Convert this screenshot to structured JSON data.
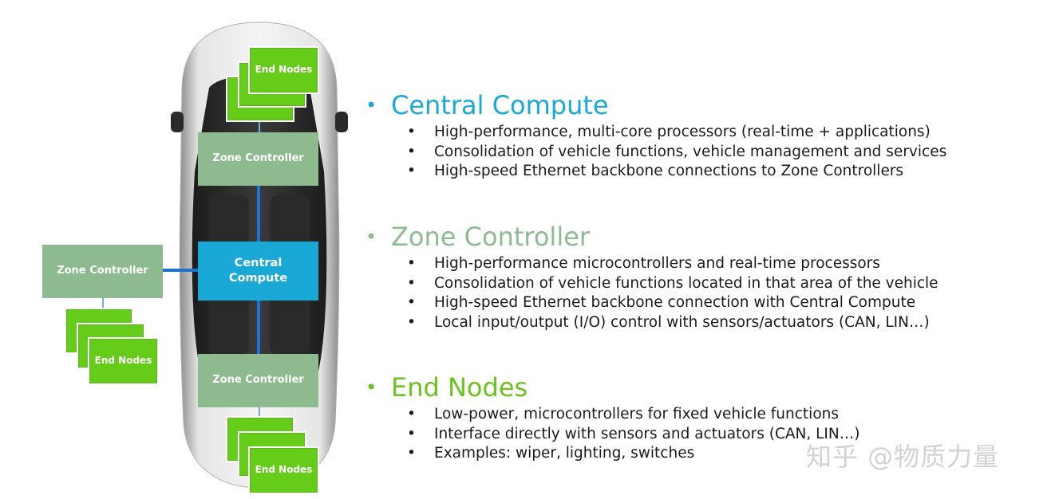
{
  "diagram": {
    "zone_top": "Zone Controller",
    "zone_bottom": "Zone Controller",
    "zone_left": "Zone Controller",
    "central": "Central Compute",
    "end_nodes_top": "End Nodes",
    "end_nodes_left": "End Nodes",
    "end_nodes_bottom": "End Nodes"
  },
  "colors": {
    "central": "#1aa9d6",
    "zone": "#8dbb8f",
    "end_nodes": "#66cc1a",
    "backbone": "#1a73d6"
  },
  "sections": [
    {
      "title": "Central Compute",
      "color": "#1aa9d6",
      "items": [
        "High-performance, multi-core processors (real-time + applications)",
        "Consolidation of vehicle functions, vehicle management and services",
        "High-speed Ethernet backbone connections to Zone Controllers"
      ]
    },
    {
      "title": "Zone Controller",
      "color": "#8dbb8f",
      "items": [
        "High-performance microcontrollers and real-time processors",
        "Consolidation of vehicle functions located in that area of the vehicle",
        "High-speed Ethernet backbone connection with Central Compute",
        "Local input/output (I/O) control with sensors/actuators (CAN, LIN…)"
      ]
    },
    {
      "title": "End Nodes",
      "color": "#6cc21e",
      "items": [
        "Low-power, microcontrollers for fixed vehicle functions",
        "Interface directly with sensors and actuators (CAN, LIN…)",
        "Examples: wiper, lighting, switches"
      ]
    }
  ],
  "watermark": "知乎 @物质力量"
}
